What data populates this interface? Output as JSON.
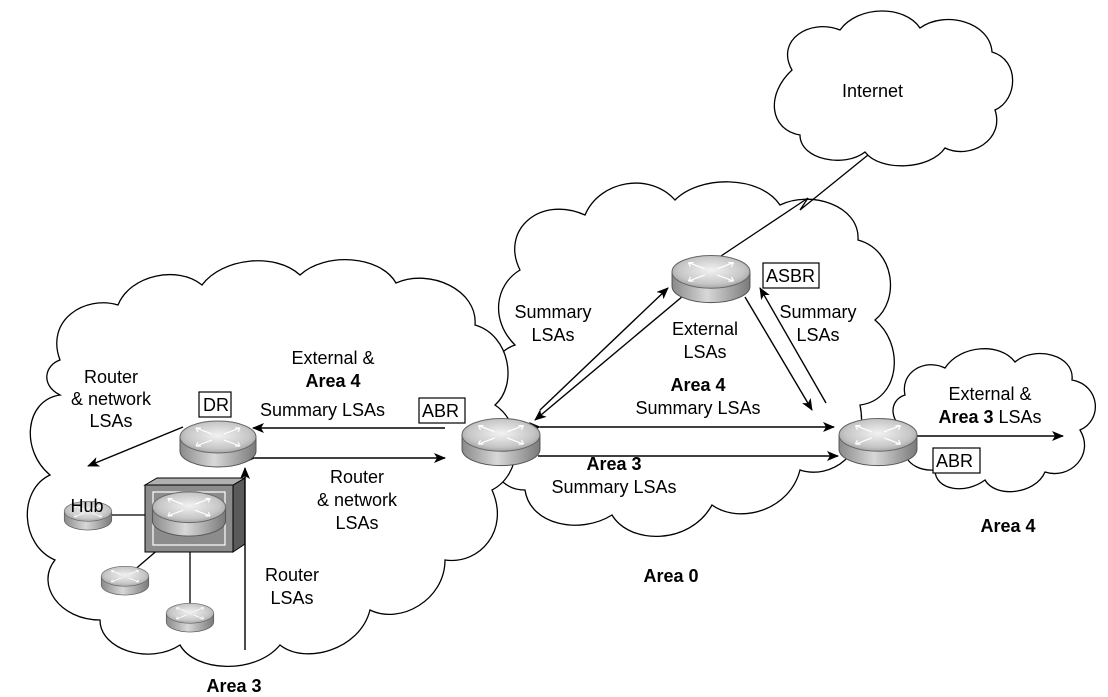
{
  "labels": {
    "internet": "Internet",
    "area0": "Area 0",
    "area3_bottom": "Area 3",
    "area4_right": "Area 4",
    "hub": "Hub",
    "dr": "DR",
    "abr_left": "ABR",
    "abr_right": "ABR",
    "asbr": "ASBR",
    "router_network_left_1": "Router",
    "router_network_left_2": "& network",
    "router_network_left_3": "LSAs",
    "ext_area4_1": "External &",
    "ext_area4_2": "Area 4",
    "ext_area4_3": "Summary LSAs",
    "router_network_mid_1": "Router",
    "router_network_mid_2": "& network",
    "router_network_mid_3": "LSAs",
    "router_lsas_1": "Router",
    "router_lsas_2": "LSAs",
    "summary_left_1": "Summary",
    "summary_left_2": "LSAs",
    "external_lsas_1": "External",
    "external_lsas_2": "LSAs",
    "summary_right_1": "Summary",
    "summary_right_2": "LSAs",
    "area4_summary_1": "Area 4",
    "area4_summary_2": "Summary LSAs",
    "area3_summary_1": "Area 3",
    "area3_summary_2": "Summary LSAs",
    "ext_area3_1": "External &",
    "ext_area3_2a": "Area 3",
    "ext_area3_2b": " LSAs"
  }
}
